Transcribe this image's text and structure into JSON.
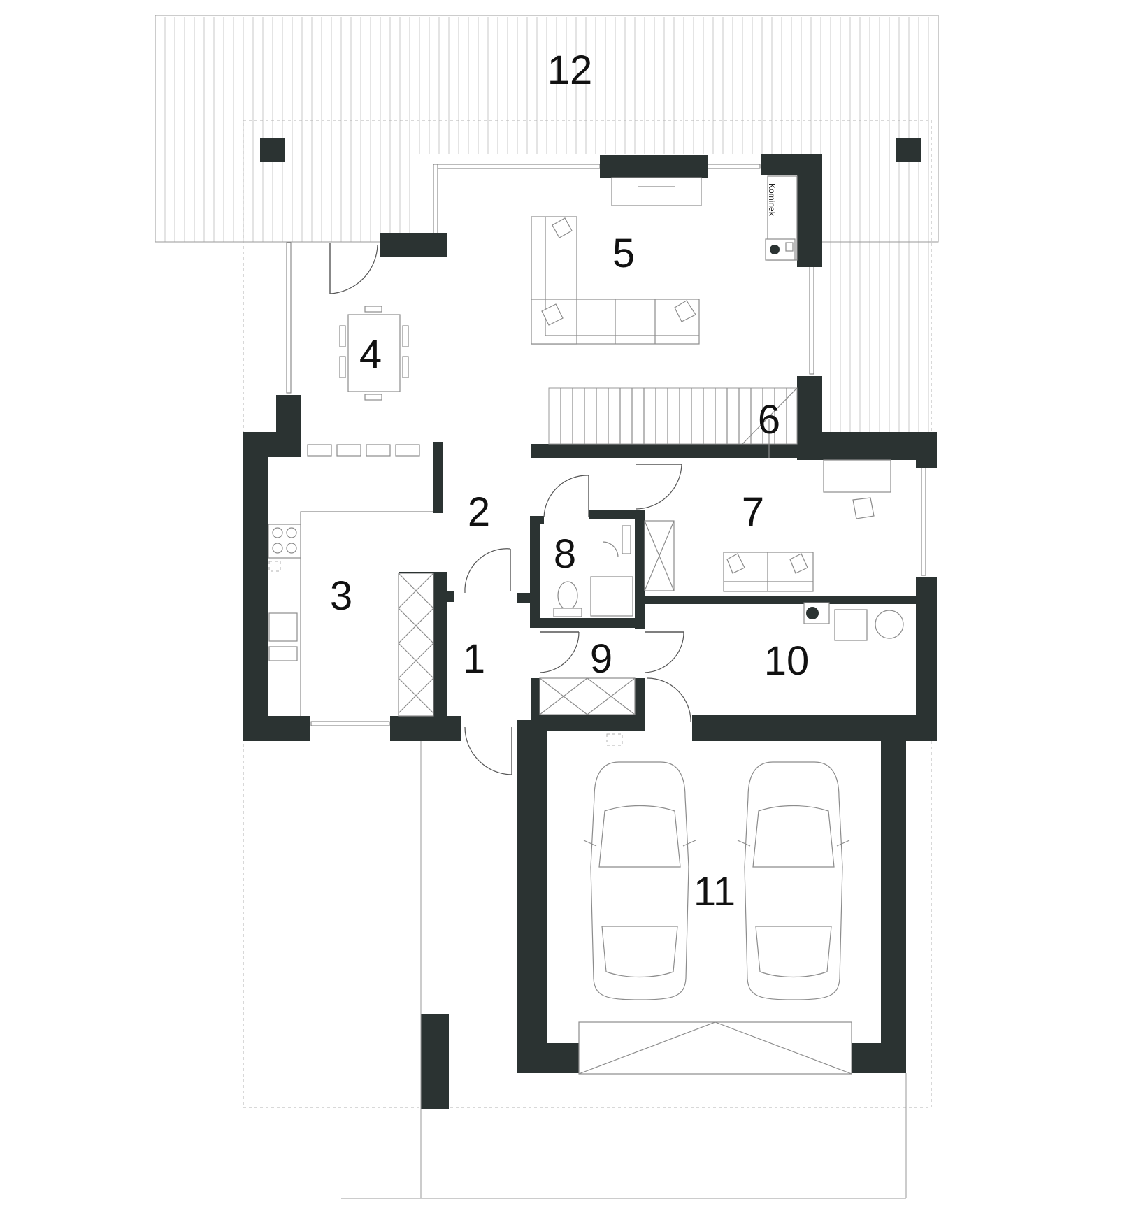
{
  "rooms": [
    {
      "id": "room-1",
      "number": "1"
    },
    {
      "id": "room-2",
      "number": "2"
    },
    {
      "id": "room-3",
      "number": "3"
    },
    {
      "id": "room-4",
      "number": "4"
    },
    {
      "id": "room-5",
      "number": "5"
    },
    {
      "id": "room-6",
      "number": "6"
    },
    {
      "id": "room-7",
      "number": "7"
    },
    {
      "id": "room-8",
      "number": "8"
    },
    {
      "id": "room-9",
      "number": "9"
    },
    {
      "id": "room-10",
      "number": "10"
    },
    {
      "id": "room-11",
      "number": "11"
    },
    {
      "id": "room-12",
      "number": "12"
    }
  ],
  "fireplace_label": "Kominek",
  "colors": {
    "wall": "#2b3332",
    "line": "#9a9a9a",
    "background": "#ffffff"
  }
}
